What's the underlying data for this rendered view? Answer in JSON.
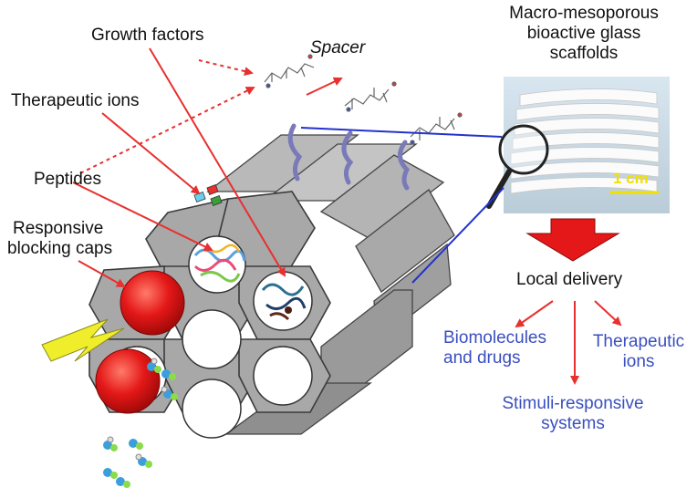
{
  "labels": {
    "growth_factors": "Growth factors",
    "spacer": "Spacer",
    "therapeutic_ions": "Therapeutic ions",
    "peptides": "Peptides",
    "responsive_caps_line1": "Responsive",
    "responsive_caps_line2": "blocking caps",
    "scaffold_line1": "Macro-mesoporous",
    "scaffold_line2": "bioactive glass",
    "scaffold_line3": "scaffolds",
    "scale_bar": "1 cm",
    "local_delivery": "Local delivery",
    "biomolecules_line1": "Biomolecules",
    "biomolecules_line2": "and drugs",
    "ions_line1": "Therapeutic",
    "ions_line2": "ions",
    "stimuli_line1": "Stimuli-responsive",
    "stimuli_line2": "systems"
  },
  "colors": {
    "arrow_red": "#e8302e",
    "outcome_blue": "#3a4fbf",
    "scaffold_gray": "#9c9c9c",
    "cap_red": "#e41818",
    "lightning_yellow": "#f0ee2a"
  }
}
